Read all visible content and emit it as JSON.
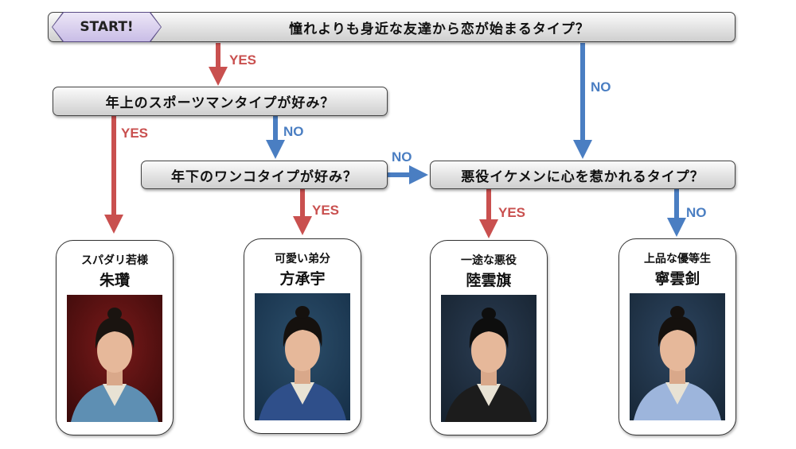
{
  "start_label": "START!",
  "questions": {
    "q1": "憧れよりも身近な友達から恋が始まるタイプ？",
    "q2": "年上のスポーツマンタイプが好み？",
    "q3": "年下のワンコタイプが好み？",
    "q4": "悪役イケメンに心を惹かれるタイプ？"
  },
  "edge_labels": {
    "q1_yes": "YES",
    "q1_no": "NO",
    "q2_yes": "YES",
    "q2_no": "NO",
    "q3_yes": "YES",
    "q3_no": "NO",
    "q4_yes": "YES",
    "q4_no": "NO"
  },
  "colors": {
    "yes": "#c9504f",
    "no": "#4a7ec2",
    "start": "#c9bde6"
  },
  "results": [
    {
      "subtitle": "スパダリ若様",
      "name": "朱瓚",
      "photo": {
        "bg1": "#7a1a1a",
        "bg2": "#3a0a0a",
        "robe": "#5e8fb3",
        "hair": "#1a1410"
      }
    },
    {
      "subtitle": "可愛い弟分",
      "name": "方承宇",
      "photo": {
        "bg1": "#2c4e6a",
        "bg2": "#163049",
        "robe": "#2f4f8a",
        "hair": "#15110e"
      }
    },
    {
      "subtitle": "一途な悪役",
      "name": "陸雲旗",
      "photo": {
        "bg1": "#2a3c52",
        "bg2": "#16222f",
        "robe": "#1c1c1c",
        "hair": "#0e0e0e"
      }
    },
    {
      "subtitle": "上品な優等生",
      "name": "寧雲釗",
      "photo": {
        "bg1": "#2d4560",
        "bg2": "#182838",
        "robe": "#9db5dc",
        "hair": "#15110e"
      }
    }
  ]
}
